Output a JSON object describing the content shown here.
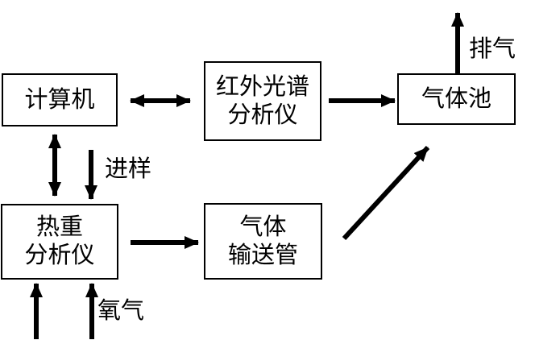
{
  "diagram": {
    "background_color": "#ffffff",
    "line_color": "#000000",
    "boxes": [
      {
        "id": "computer",
        "lines": [
          "计算机"
        ]
      },
      {
        "id": "infrared-spectrum-analyzer",
        "lines": [
          "红外光谱",
          "分析仪"
        ]
      },
      {
        "id": "gas-cell",
        "lines": [
          "气体池"
        ]
      },
      {
        "id": "thermogravimetric-analyzer",
        "lines": [
          "热重",
          "分析仪"
        ]
      },
      {
        "id": "gas-delivery-pipe",
        "lines": [
          "气体",
          "输送管"
        ]
      }
    ],
    "labels": {
      "exhaust": "排气",
      "sampling": "进样",
      "oxygen": "氧气"
    }
  }
}
